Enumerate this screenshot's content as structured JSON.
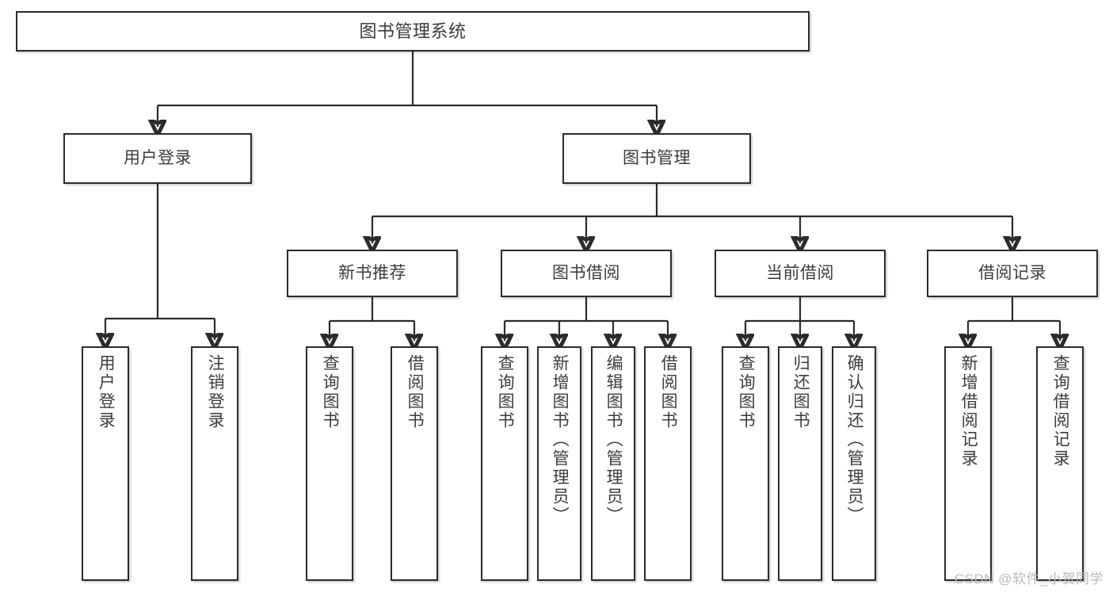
{
  "diagram": {
    "type": "tree-hierarchy",
    "title": "图书管理系统",
    "watermark": "CSDN @软件_小贺同学",
    "colors": {
      "box_border": "#2b2b2b",
      "box_fill": "#ffffff",
      "text": "#3c3c3c",
      "connector": "#2b2b2b",
      "watermark": "#b9b9b9",
      "background": "#ffffff"
    },
    "levels": {
      "root": {
        "label": "图书管理系统"
      },
      "level2": [
        {
          "id": "user-login",
          "label": "用户登录"
        },
        {
          "id": "book-management",
          "label": "图书管理"
        }
      ],
      "level3": [
        {
          "id": "new-book-recommend",
          "label": "新书推荐"
        },
        {
          "id": "book-borrow",
          "label": "图书借阅"
        },
        {
          "id": "current-borrow",
          "label": "当前借阅"
        },
        {
          "id": "borrow-record",
          "label": "借阅记录"
        }
      ],
      "leaves": {
        "user-login": [
          {
            "id": "leaf-user-login",
            "label": "用户登录"
          },
          {
            "id": "leaf-logout-login",
            "label": "注销登录"
          }
        ],
        "new-book-recommend": [
          {
            "id": "leaf-query-book-1",
            "label": "查询图书"
          },
          {
            "id": "leaf-borrow-book-1",
            "label": "借阅图书"
          }
        ],
        "book-borrow": [
          {
            "id": "leaf-query-book-2",
            "label": "查询图书"
          },
          {
            "id": "leaf-add-book",
            "label": "新增图书（管理员）"
          },
          {
            "id": "leaf-edit-book",
            "label": "编辑图书（管理员）"
          },
          {
            "id": "leaf-borrow-book-2",
            "label": "借阅图书"
          }
        ],
        "current-borrow": [
          {
            "id": "leaf-query-book-3",
            "label": "查询图书"
          },
          {
            "id": "leaf-return-book",
            "label": "归还图书"
          },
          {
            "id": "leaf-confirm-return",
            "label": "确认归还（管理员）"
          }
        ],
        "borrow-record": [
          {
            "id": "leaf-add-record",
            "label": "新增借阅记录"
          },
          {
            "id": "leaf-query-record",
            "label": "查询借阅记录"
          }
        ]
      }
    }
  }
}
